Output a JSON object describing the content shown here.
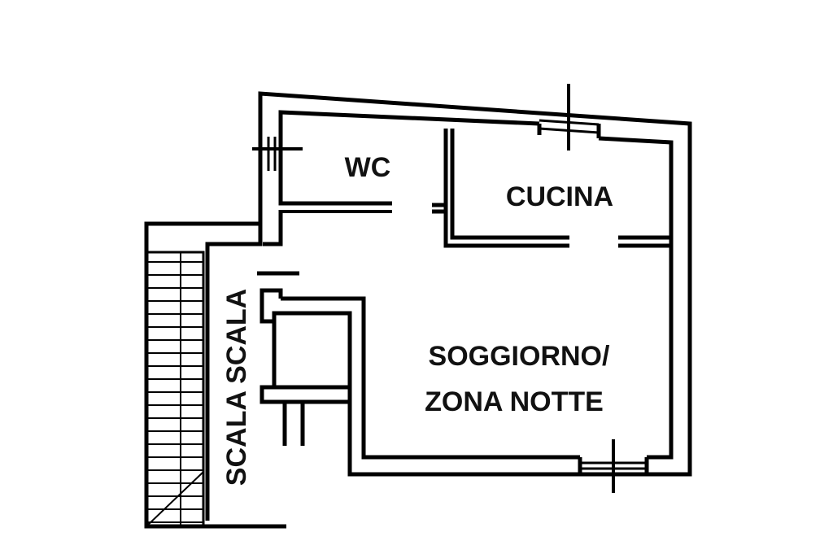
{
  "floor_plan": {
    "rooms": {
      "wc": "WC",
      "kitchen": "CUCINA",
      "living_line1": "SOGGIORNO/",
      "living_line2": "ZONA NOTTE",
      "stair_label": "SCALA SCALA"
    },
    "colors": {
      "wall": "#000000",
      "background": "#ffffff"
    }
  }
}
